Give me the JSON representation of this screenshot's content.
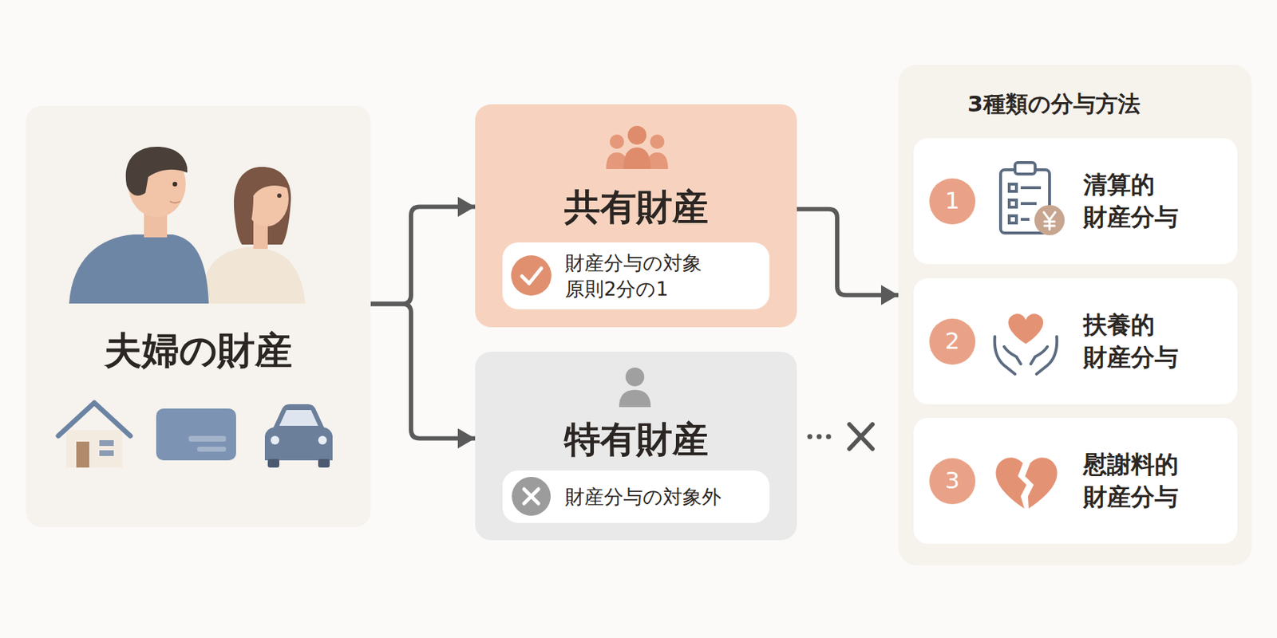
{
  "diagram": {
    "nodes": [
      {
        "text": [
          "夫婦の財産"
        ]
      },
      {
        "text": [
          "共有財産"
        ]
      },
      {
        "text": [
          "財産分与の対象 原則2分の1"
        ],
        "in": 1
      },
      {
        "text": [
          "特有財産"
        ]
      },
      {
        "text": [
          "財産分与の対象外"
        ],
        "in": 3
      },
      {
        "text": [
          "3種類の分与方法"
        ]
      },
      {
        "text": [
          "清算的 財産分与"
        ],
        "in": 5
      },
      {
        "text": [
          "1"
        ],
        "in": 6
      },
      {
        "text": [
          "扶養的 財産分与"
        ],
        "in": 5
      },
      {
        "text": [
          "2"
        ],
        "in": 8
      },
      {
        "text": [
          "慰謝料的 財産分与"
        ],
        "in": 5
      },
      {
        "text": [
          "3"
        ],
        "in": 10
      }
    ],
    "edges": [
      {
        "from": 0,
        "to": 1,
        "arrow": "to"
      },
      {
        "from": 0,
        "to": 3,
        "arrow": "to"
      },
      {
        "from": 1,
        "to": 5,
        "arrow": "to"
      }
    ]
  }
}
